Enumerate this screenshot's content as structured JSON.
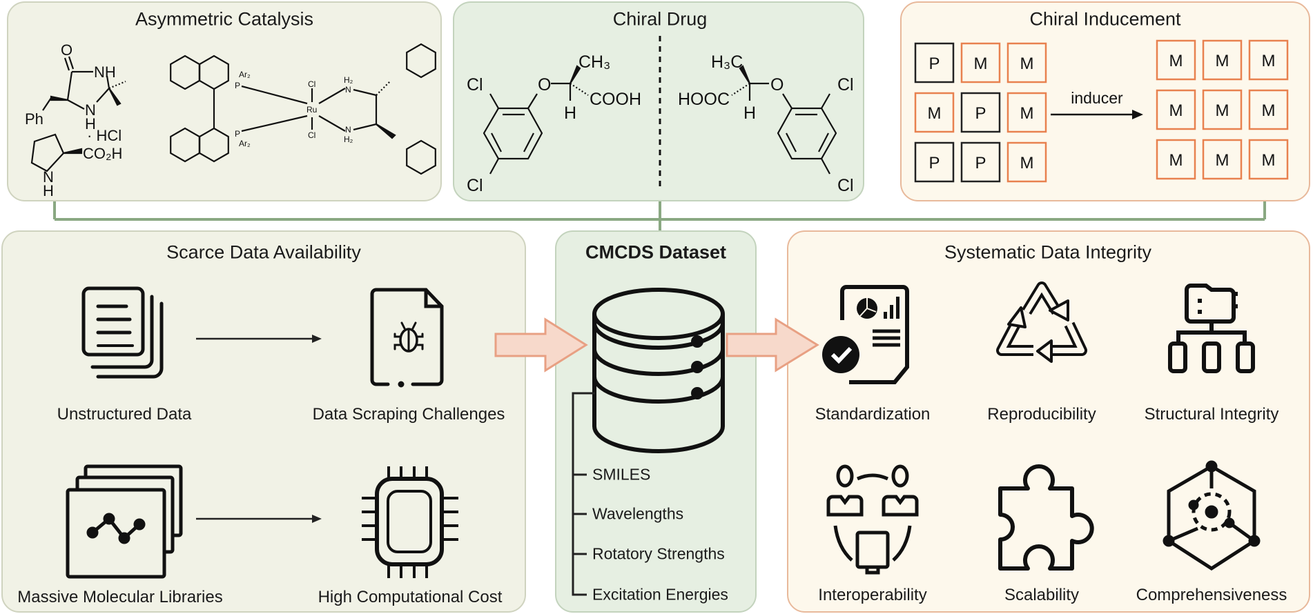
{
  "colors": {
    "olive_bg": "#f1f2e6",
    "green_bg": "#e6efe2",
    "peach_bg": "#fdf8ec",
    "connector": "#8aa882",
    "arrow_fill": "#f7d9cb",
    "arrow_stroke": "#e8a083",
    "M_box": "#e8814f",
    "P_box": "#222222"
  },
  "top": {
    "asymmetric_catalysis": {
      "title": "Asymmetric Catalysis",
      "labels": {
        "O": "O",
        "NH": "NH",
        "N": "N",
        "H": "H",
        "Ph": "Ph",
        "HCl": "· HCl",
        "CO2H": "CO₂H",
        "NH_proline": "N",
        "H_proline": "H",
        "Ar2a": "Ar₂",
        "Ar2b": "Ar₂",
        "Pa": "P",
        "Pb": "P",
        "Ru": "Ru",
        "Cla": "Cl",
        "Clb": "Cl",
        "H2a": "H₂",
        "H2b": "H₂",
        "Na": "N",
        "Nb": "N"
      }
    },
    "chiral_drug": {
      "title": "Chiral Drug",
      "left": {
        "Cl1": "Cl",
        "Cl2": "Cl",
        "O": "O",
        "CH3": "CH₃",
        "H": "H",
        "COOH": "COOH"
      },
      "right": {
        "Cl1": "Cl",
        "Cl2": "Cl",
        "O": "O",
        "CH3": "H₃C",
        "H": "H",
        "COOH": "HOOC"
      }
    },
    "chiral_inducement": {
      "title": "Chiral Inducement",
      "before": [
        [
          "P",
          "M",
          "M"
        ],
        [
          "M",
          "P",
          "M"
        ],
        [
          "P",
          "P",
          "M"
        ]
      ],
      "after": [
        [
          "M",
          "M",
          "M"
        ],
        [
          "M",
          "M",
          "M"
        ],
        [
          "M",
          "M",
          "M"
        ]
      ],
      "arrow_label": "inducer"
    }
  },
  "bottom": {
    "scarce": {
      "title": "Scarce Data Availability",
      "items": [
        {
          "label": "Unstructured Data",
          "icon": "stacked-documents-icon"
        },
        {
          "label": "Data Scraping Challenges",
          "icon": "bug-document-icon"
        },
        {
          "label": "Massive Molecular Libraries",
          "icon": "stacked-charts-icon"
        },
        {
          "label": "High Computational Cost",
          "icon": "cpu-chip-icon"
        }
      ]
    },
    "dataset": {
      "title": "CMCDS Dataset",
      "icon": "database-icon",
      "fields": [
        "SMILES",
        "Wavelengths",
        "Rotatory Strengths",
        "Excitation Energies"
      ]
    },
    "integrity": {
      "title": "Systematic Data Integrity",
      "items": [
        {
          "label": "Standardization",
          "icon": "report-check-icon"
        },
        {
          "label": "Reproducibility",
          "icon": "recycle-icon"
        },
        {
          "label": "Structural Integrity",
          "icon": "folder-hierarchy-icon"
        },
        {
          "label": "Interoperability",
          "icon": "people-network-icon"
        },
        {
          "label": "Scalability",
          "icon": "puzzle-piece-icon"
        },
        {
          "label": "Comprehensiveness",
          "icon": "hexagon-network-icon"
        }
      ]
    }
  }
}
